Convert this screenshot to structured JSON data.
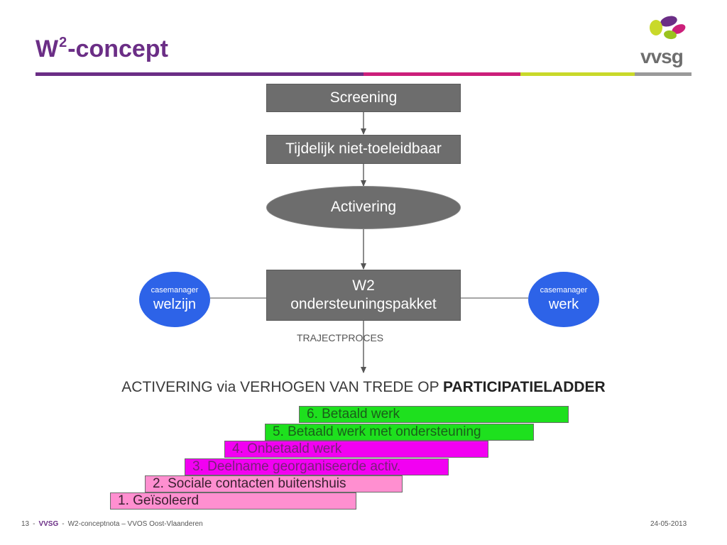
{
  "colors": {
    "title": "#6b2e86",
    "bar_segments": [
      "#6b2e86",
      "#cc1f7a",
      "#c9d92a",
      "#9a9a9a"
    ],
    "node": "#6d6d6d",
    "casemanager": "#2d63e8",
    "step_green": "#1ee01e",
    "step_magenta": "#f200f2",
    "step_pink": "#ff8fd0"
  },
  "header": {
    "title_prefix": "W",
    "title_sup": "2",
    "title_suffix": "-concept",
    "logo_text": "vvsg",
    "logo_icon": "flower-petals-icon"
  },
  "diagram": {
    "screening": "Screening",
    "tijdelijk": "Tijdelijk niet-toeleidbaar",
    "activering": "Activering",
    "w2_line1": "W2",
    "w2_line2": "ondersteuningspakket",
    "cm_left_small": "casemanager",
    "cm_left_big": "welzijn",
    "cm_right_small": "casemanager",
    "cm_right_big": "werk",
    "trajectproces": "TRAJECTPROCES"
  },
  "headline": {
    "normal": "ACTIVERING via VERHOGEN VAN TREDE OP ",
    "bold": "PARTICIPATIELADDER"
  },
  "ladder": [
    {
      "label": "6. Betaald werk",
      "color": "#1ee01e",
      "text_color": "#1a5e1a"
    },
    {
      "label": "5. Betaald werk met ondersteuning",
      "color": "#1ee01e",
      "text_color": "#1a5e1a"
    },
    {
      "label": "4. Onbetaald werk",
      "color": "#f200f2",
      "text_color": "#7a1f7a"
    },
    {
      "label": "3. Deelname georganiseerde activ.",
      "color": "#f200f2",
      "text_color": "#7a1f7a"
    },
    {
      "label": "2. Sociale contacten buitenshuis",
      "color": "#ff8fd0",
      "text_color": "#3a2030"
    },
    {
      "label": "1. Geïsoleerd",
      "color": "#ff8fd0",
      "text_color": "#3a2030"
    }
  ],
  "footer": {
    "page": "13",
    "dash1": "-",
    "brand": "VVSG",
    "dash2": "-",
    "doc": "W2-conceptnota – VVOS Oost-Vlaanderen",
    "date": "24-05-2013"
  }
}
